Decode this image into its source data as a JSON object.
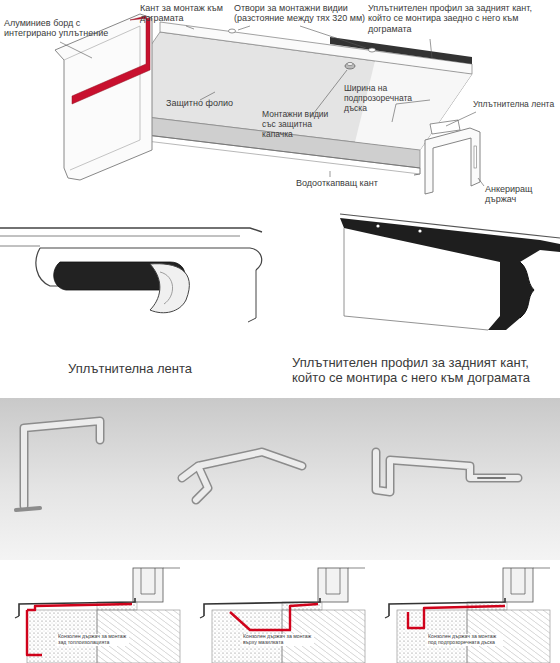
{
  "diagram": {
    "labels": [
      "Алуминиев борд с интегрирано уплътнение",
      "Кант за монтаж към дограмата",
      "Отвори за монтажни видии (разстояние между тях 320 мм)",
      "Уплътнителен профил за задният кант, който се монтира заедно с него към дограмата",
      "Защитно фолио",
      "Монтажни видии със защитна капачка",
      "Ширина на подпрозоречната дъска",
      "Уплътнителна лента",
      "Водооткапващ кант",
      "Анкериращ държач",
      "Уплътнителна лента",
      "Уплътнителен профил за задният кант, който се монтира с него към дограмата",
      "Конзолен държач за монтаж зад топлоизолацията",
      "Конзолен държач за монтаж върху мазилката",
      "Конзолен държач за монтаж под подпрозоречната дъска"
    ]
  }
}
